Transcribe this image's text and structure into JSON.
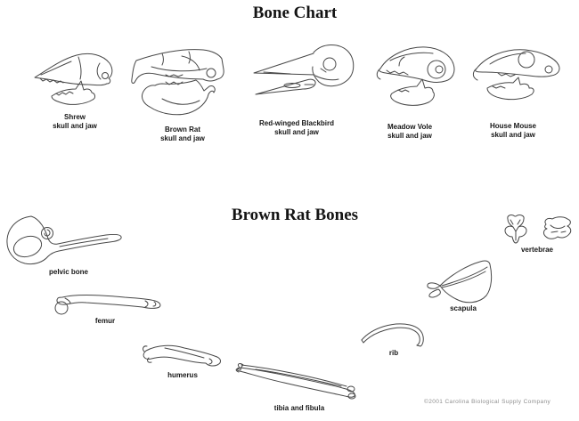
{
  "titles": {
    "main": "Bone Chart",
    "section": "Brown Rat Bones"
  },
  "skulls": [
    {
      "name": "Shrew",
      "sub": "skull and jaw"
    },
    {
      "name": "Brown Rat",
      "sub": "skull and jaw"
    },
    {
      "name": "Red-winged Blackbird",
      "sub": "skull and jaw"
    },
    {
      "name": "Meadow Vole",
      "sub": "skull and jaw"
    },
    {
      "name": "House Mouse",
      "sub": "skull and jaw"
    }
  ],
  "bones": [
    {
      "label": "pelvic bone"
    },
    {
      "label": "femur"
    },
    {
      "label": "humerus"
    },
    {
      "label": "tibia and fibula"
    },
    {
      "label": "rib"
    },
    {
      "label": "scapula"
    },
    {
      "label": "vertebrae"
    }
  ],
  "footer": {
    "copyright": "©2001 Carolina Biological Supply Company"
  },
  "colors": {
    "line_art": "#474747",
    "label_text": "#161616",
    "copyright_text": "#8f8f8f",
    "background": "#ffffff"
  }
}
